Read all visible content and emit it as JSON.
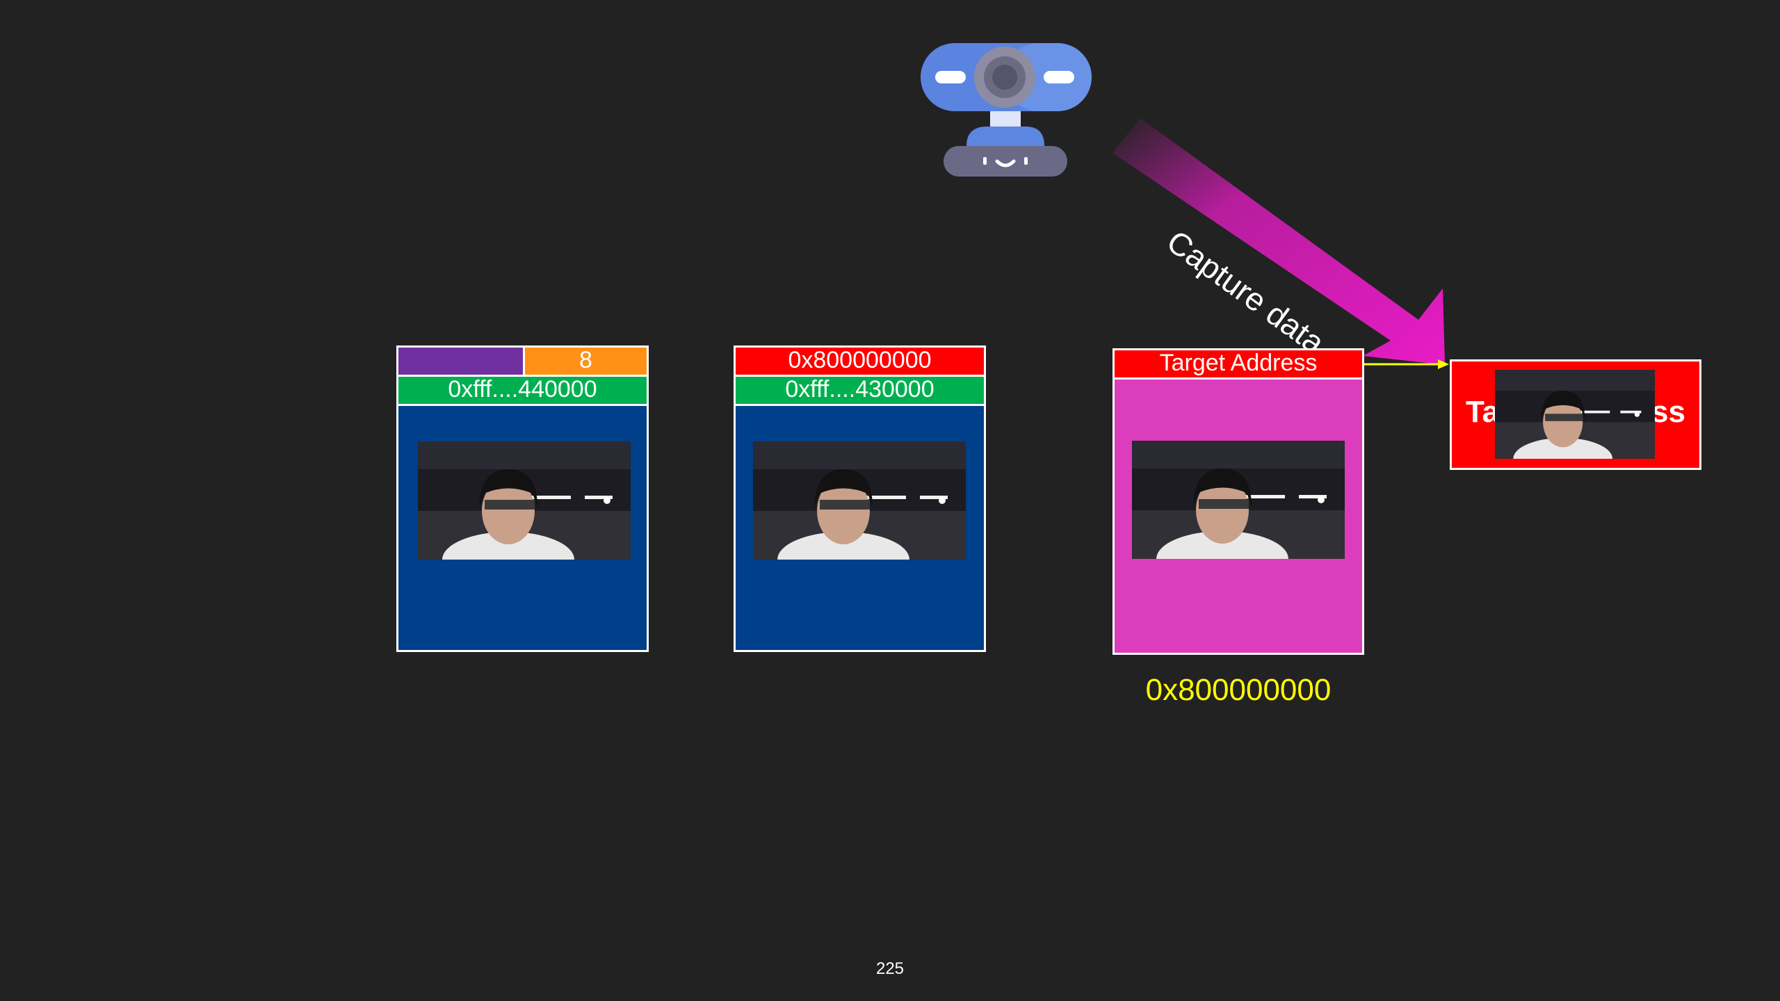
{
  "blocks": {
    "left": {
      "top_value": "8",
      "address": "0xfff....440000"
    },
    "middle": {
      "top_value": "0x800000000",
      "address": "0xfff....430000"
    },
    "right": {
      "header": "Target Address",
      "address_label": "0x800000000"
    }
  },
  "target_box": {
    "text_left": "Ta",
    "text_right": "ss"
  },
  "arrow": {
    "label": "Capture data"
  },
  "icons": {
    "camera": "webcam-icon",
    "photo": "webcam-frame-photo"
  },
  "colors": {
    "background": "#222222",
    "purple": "#7030a0",
    "orange": "#ff9216",
    "green": "#00b050",
    "red": "#ff0000",
    "blue_body": "#003f8a",
    "pink_body": "#dc3dbd",
    "address_yellow": "#ffff00",
    "arrow_magenta": "#e81cc6"
  },
  "footer": {
    "page_number": "225"
  }
}
